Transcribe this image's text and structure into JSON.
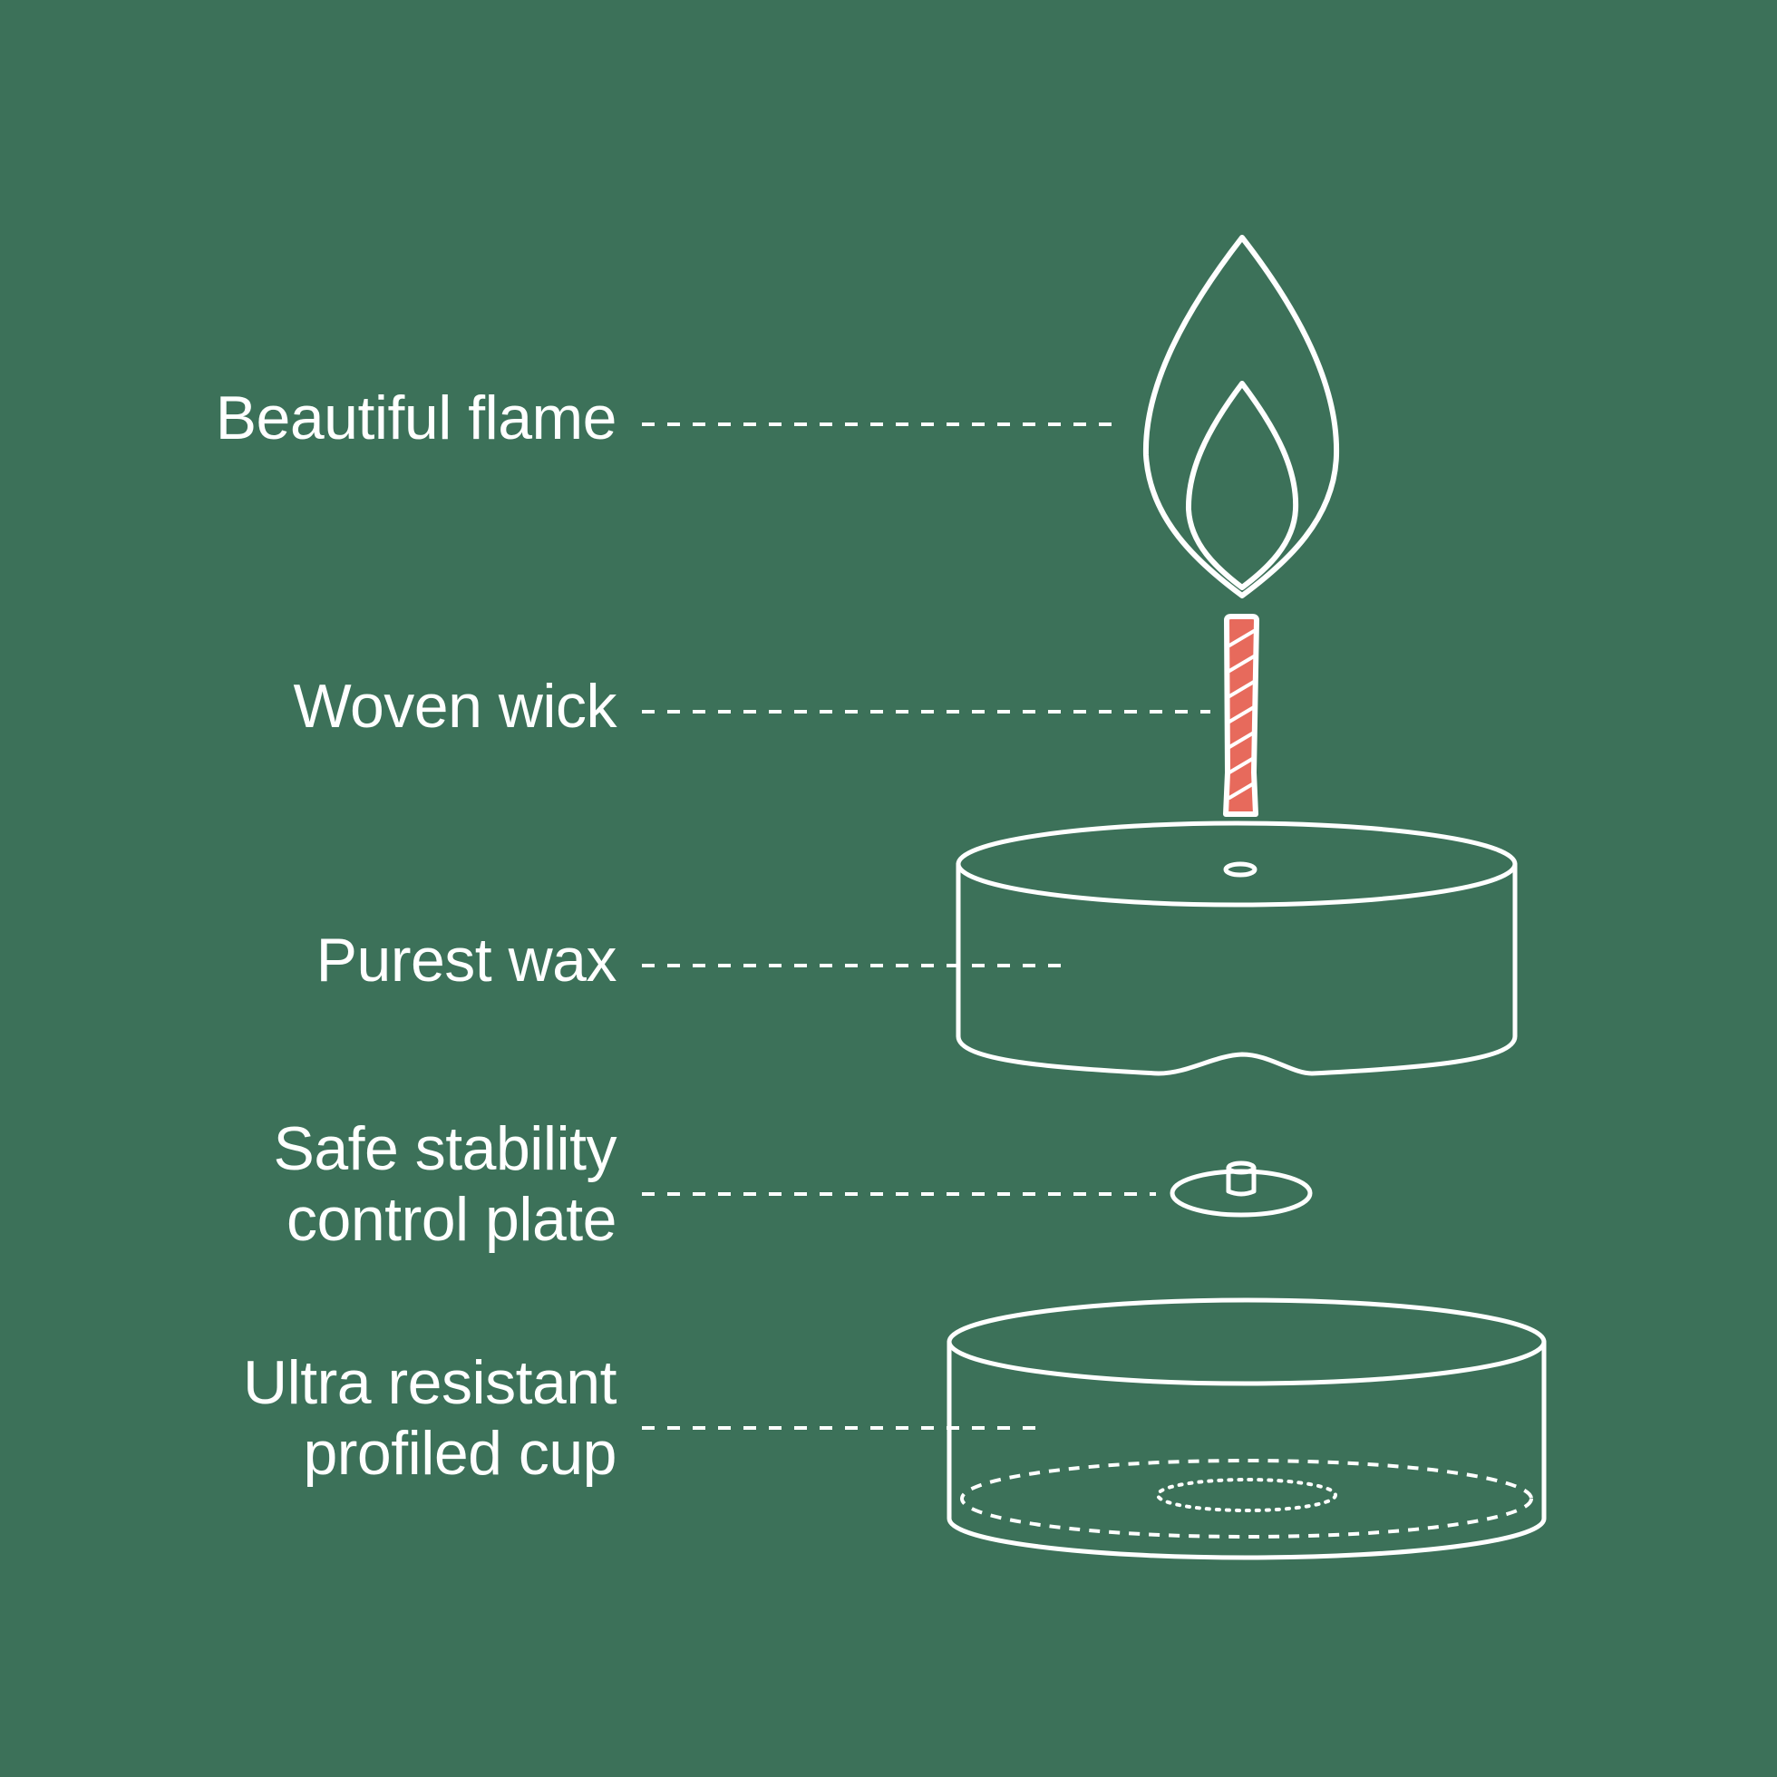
{
  "colors": {
    "background": "#3c7159",
    "line": "#ffffff",
    "wick_accent": "#e76a5c"
  },
  "labels": {
    "flame": "Beautiful flame",
    "wick": "Woven wick",
    "wax": "Purest wax",
    "plate_line1": "Safe stability",
    "plate_line2": "control plate",
    "cup_line1": "Ultra resistant",
    "cup_line2": "profiled cup"
  }
}
